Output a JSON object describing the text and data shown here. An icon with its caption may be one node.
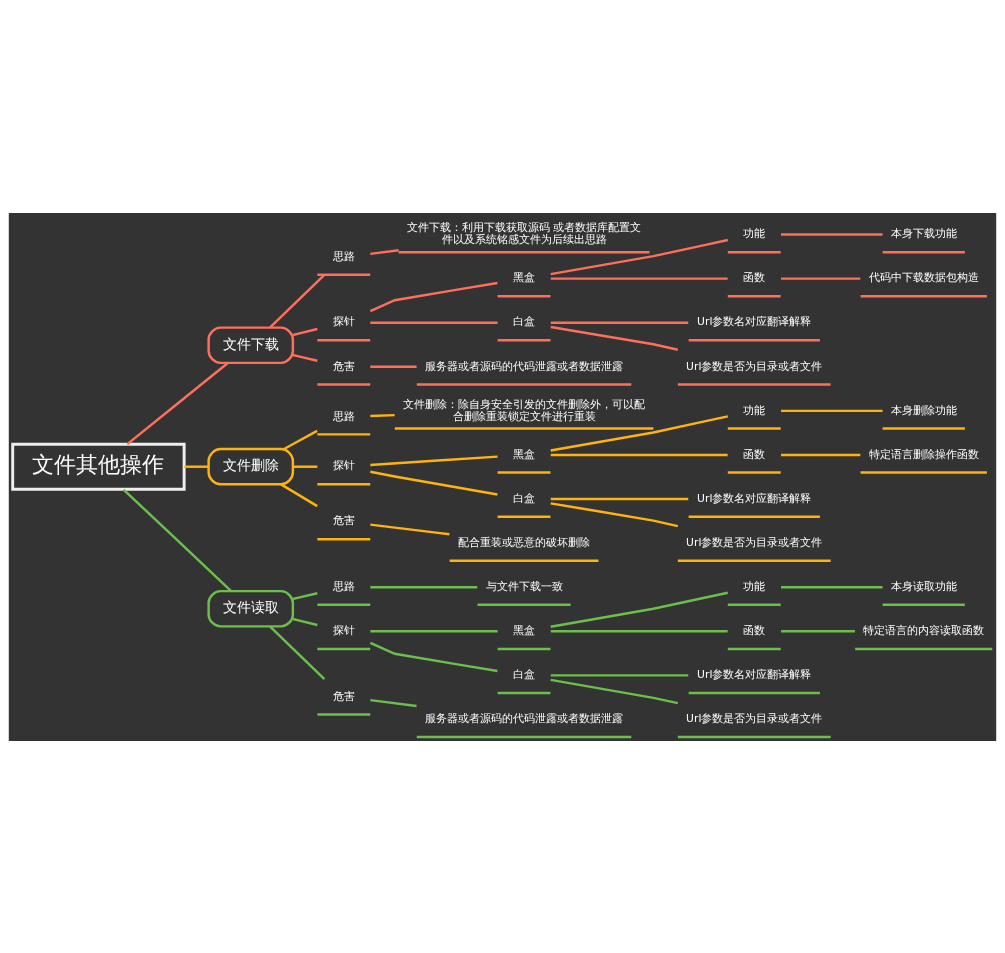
{
  "diagram": {
    "nodes": [
      {
        "text": [
          "文件其他操作"
        ]
      },
      {
        "text": [
          "文件下载"
        ]
      },
      {
        "text": [
          "思路"
        ]
      },
      {
        "text": [
          "文件下载：利用下载获取源码 或者数据库配置文件以及系统铭感文件为后续出思路"
        ]
      },
      {
        "text": [
          "探针"
        ]
      },
      {
        "text": [
          "黑盒"
        ]
      },
      {
        "text": [
          "功能"
        ]
      },
      {
        "text": [
          "本身下载功能"
        ]
      },
      {
        "text": [
          "函数"
        ]
      },
      {
        "text": [
          "代码中下载数据包构造"
        ]
      },
      {
        "text": [
          "白盒"
        ]
      },
      {
        "text": [
          "Url参数名对应翻译解释"
        ]
      },
      {
        "text": [
          "Url参数是否为目录或者文件"
        ]
      },
      {
        "text": [
          "危害"
        ]
      },
      {
        "text": [
          "服务器或者源码的代码泄露或者数据泄露"
        ]
      },
      {
        "text": [
          "文件删除"
        ]
      },
      {
        "text": [
          "思路"
        ]
      },
      {
        "text": [
          "文件删除：除自身安全引发的文件删除外，可以配合删除重装锁定文件进行重装"
        ]
      },
      {
        "text": [
          "探针"
        ]
      },
      {
        "text": [
          "黑盒"
        ]
      },
      {
        "text": [
          "功能"
        ]
      },
      {
        "text": [
          "本身删除功能"
        ]
      },
      {
        "text": [
          "函数"
        ]
      },
      {
        "text": [
          "特定语言删除操作函数"
        ]
      },
      {
        "text": [
          "白盒"
        ]
      },
      {
        "text": [
          "Url参数名对应翻译解释"
        ]
      },
      {
        "text": [
          "Url参数是否为目录或者文件"
        ]
      },
      {
        "text": [
          "危害"
        ]
      },
      {
        "text": [
          "配合重装或恶意的破坏删除"
        ]
      },
      {
        "text": [
          "文件读取"
        ]
      },
      {
        "text": [
          "思路"
        ]
      },
      {
        "text": [
          "与文件下载一致"
        ]
      },
      {
        "text": [
          "探针"
        ]
      },
      {
        "text": [
          "黑盒"
        ]
      },
      {
        "text": [
          "功能"
        ]
      },
      {
        "text": [
          "本身读取功能"
        ]
      },
      {
        "text": [
          "函数"
        ]
      },
      {
        "text": [
          "特定语言的内容读取函数"
        ]
      },
      {
        "text": [
          "白盒"
        ]
      },
      {
        "text": [
          "Url参数名对应翻译解释"
        ]
      },
      {
        "text": [
          "Url参数是否为目录或者文件"
        ]
      },
      {
        "text": [
          "危害"
        ]
      },
      {
        "text": [
          "服务器或者源码的代码泄露或者数据泄露"
        ]
      }
    ],
    "edges": [
      {
        "from": 0,
        "to": 1,
        "arrow": "none",
        "color": "#ff6f5b"
      },
      {
        "from": 1,
        "to": 2,
        "arrow": "none",
        "color": "#ff6f5b"
      },
      {
        "from": 2,
        "to": 3,
        "arrow": "none",
        "color": "#ff6f5b"
      },
      {
        "from": 1,
        "to": 4,
        "arrow": "none",
        "color": "#ff6f5b"
      },
      {
        "from": 4,
        "to": 5,
        "arrow": "none",
        "color": "#ff6f5b"
      },
      {
        "from": 5,
        "to": 6,
        "arrow": "none",
        "color": "#ff6f5b"
      },
      {
        "from": 6,
        "to": 7,
        "arrow": "none",
        "color": "#ff6f5b"
      },
      {
        "from": 5,
        "to": 8,
        "arrow": "none",
        "color": "#ff6f5b"
      },
      {
        "from": 8,
        "to": 9,
        "arrow": "none",
        "color": "#ff6f5b"
      },
      {
        "from": 4,
        "to": 10,
        "arrow": "none",
        "color": "#ff6f5b"
      },
      {
        "from": 10,
        "to": 11,
        "arrow": "none",
        "color": "#ff6f5b"
      },
      {
        "from": 10,
        "to": 12,
        "arrow": "none",
        "color": "#ff6f5b"
      },
      {
        "from": 1,
        "to": 13,
        "arrow": "none",
        "color": "#ff6f5b"
      },
      {
        "from": 13,
        "to": 14,
        "arrow": "none",
        "color": "#ff6f5b"
      },
      {
        "from": 0,
        "to": 15,
        "arrow": "none",
        "color": "#ffb30f"
      },
      {
        "from": 15,
        "to": 16,
        "arrow": "none",
        "color": "#ffb30f"
      },
      {
        "from": 16,
        "to": 17,
        "arrow": "none",
        "color": "#ffb30f"
      },
      {
        "from": 15,
        "to": 18,
        "arrow": "none",
        "color": "#ffb30f"
      },
      {
        "from": 18,
        "to": 19,
        "arrow": "none",
        "color": "#ffb30f"
      },
      {
        "from": 19,
        "to": 20,
        "arrow": "none",
        "color": "#ffb30f"
      },
      {
        "from": 20,
        "to": 21,
        "arrow": "none",
        "color": "#ffb30f"
      },
      {
        "from": 19,
        "to": 22,
        "arrow": "none",
        "color": "#ffb30f"
      },
      {
        "from": 22,
        "to": 23,
        "arrow": "none",
        "color": "#ffb30f"
      },
      {
        "from": 18,
        "to": 24,
        "arrow": "none",
        "color": "#ffb30f"
      },
      {
        "from": 24,
        "to": 25,
        "arrow": "none",
        "color": "#ffb30f"
      },
      {
        "from": 24,
        "to": 26,
        "arrow": "none",
        "color": "#ffb30f"
      },
      {
        "from": 15,
        "to": 27,
        "arrow": "none",
        "color": "#ffb30f"
      },
      {
        "from": 27,
        "to": 28,
        "arrow": "none",
        "color": "#ffb30f"
      },
      {
        "from": 0,
        "to": 29,
        "arrow": "none",
        "color": "#6cbf4c"
      },
      {
        "from": 29,
        "to": 30,
        "arrow": "none",
        "color": "#6cbf4c"
      },
      {
        "from": 30,
        "to": 31,
        "arrow": "none",
        "color": "#6cbf4c"
      },
      {
        "from": 29,
        "to": 32,
        "arrow": "none",
        "color": "#6cbf4c"
      },
      {
        "from": 32,
        "to": 33,
        "arrow": "none",
        "color": "#6cbf4c"
      },
      {
        "from": 33,
        "to": 34,
        "arrow": "none",
        "color": "#6cbf4c"
      },
      {
        "from": 34,
        "to": 35,
        "arrow": "none",
        "color": "#6cbf4c"
      },
      {
        "from": 33,
        "to": 36,
        "arrow": "none",
        "color": "#6cbf4c"
      },
      {
        "from": 36,
        "to": 37,
        "arrow": "none",
        "color": "#6cbf4c"
      },
      {
        "from": 32,
        "to": 38,
        "arrow": "none",
        "color": "#6cbf4c"
      },
      {
        "from": 38,
        "to": 39,
        "arrow": "none",
        "color": "#6cbf4c"
      },
      {
        "from": 38,
        "to": 40,
        "arrow": "none",
        "color": "#6cbf4c"
      },
      {
        "from": 29,
        "to": 41,
        "arrow": "none",
        "color": "#6cbf4c"
      },
      {
        "from": 41,
        "to": 42,
        "arrow": "none",
        "color": "#6cbf4c"
      }
    ]
  }
}
